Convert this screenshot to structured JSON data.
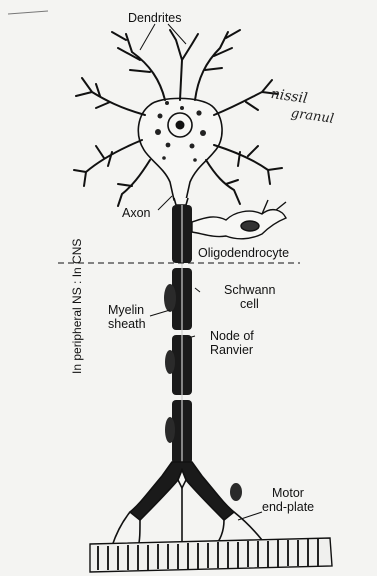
{
  "labels": {
    "dendrites": "Dendrites",
    "nissl_line1": "nissil",
    "nissl_line2": "granul",
    "axon": "Axon",
    "oligodendrocyte": "Oligodendrocyte",
    "schwann_line1": "Schwann",
    "schwann_line2": "cell",
    "myelin_line1": "Myelin",
    "myelin_line2": "sheath",
    "node_line1": "Node of",
    "node_line2": "Ranvier",
    "motor_line1": "Motor",
    "motor_line2": "end-plate",
    "side_label": "In peripheral NS : In CNS"
  },
  "colors": {
    "ink": "#111111",
    "paper": "#f4f4f2",
    "cell_fill": "#f7f7f5"
  }
}
